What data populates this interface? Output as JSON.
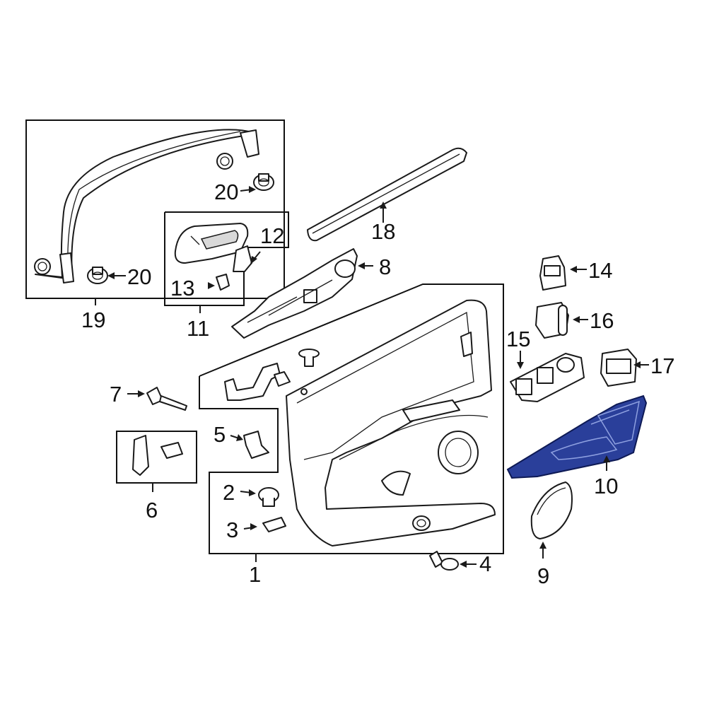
{
  "diagram": {
    "callouts": {
      "c1": "1",
      "c2": "2",
      "c3": "3",
      "c4": "4",
      "c5": "5",
      "c6": "6",
      "c7": "7",
      "c8": "8",
      "c9": "9",
      "c10": "10",
      "c11": "11",
      "c12": "12",
      "c13": "13",
      "c14": "14",
      "c15": "15",
      "c16": "16",
      "c17": "17",
      "c18": "18",
      "c19": "19",
      "c20a": "20",
      "c20b": "20"
    },
    "highlighted_part": "10",
    "colors": {
      "highlight": "#2a3f9a",
      "line": "#1a1a1a",
      "background": "#ffffff"
    }
  }
}
